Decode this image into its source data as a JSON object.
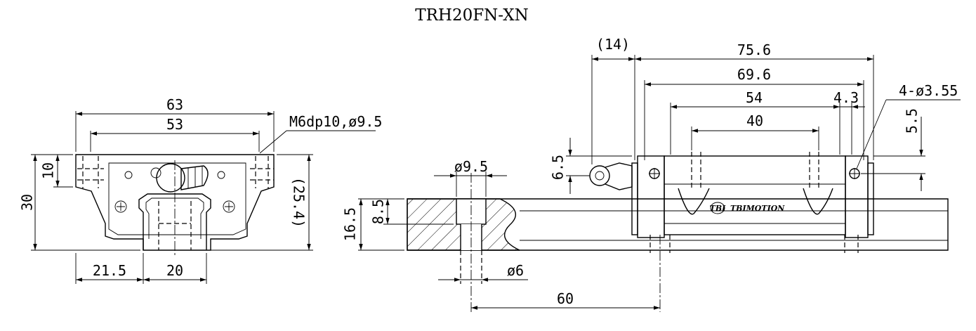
{
  "title": "TRH20FN-XN",
  "brand": "TBIMOTION",
  "brand_mark": "TBI",
  "front_view": {
    "width_total": "63",
    "width_holes": "53",
    "thread_callout": "M6dp10,ø9.5",
    "height_total": "30",
    "flange_thickness": "10",
    "rail_height_to_top": "(25.4)",
    "edge_offset": "21.5",
    "rail_width": "20"
  },
  "side_view": {
    "nipple_length": "(14)",
    "block_length": "75.6",
    "body_length": "69.6",
    "hole_spacing_long": "54",
    "hole_spacing_short": "40",
    "end_offset": "4.3",
    "end_holes": "4-ø3.55",
    "end_hole_height": "5.5",
    "nipple_height": "6.5",
    "counterbore_dia": "ø9.5",
    "rail_height": "16.5",
    "counterbore_depth": "8.5",
    "hole_dia": "ø6",
    "hole_pitch": "60"
  }
}
